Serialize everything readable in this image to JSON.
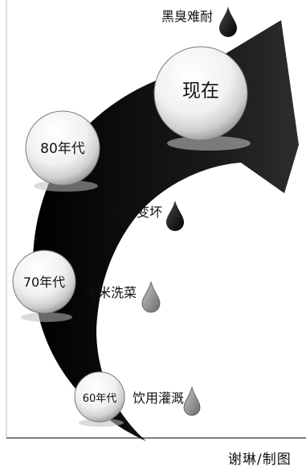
{
  "stages": [
    {
      "era": "现在",
      "desc": "黑臭难耐",
      "drop_color": "#111111"
    },
    {
      "era": "80年代",
      "desc": "水质变坏",
      "drop_color": "#151515"
    },
    {
      "era": "70年代",
      "desc": "淘米洗菜",
      "drop_color": "#8a8a8a"
    },
    {
      "era": "60年代",
      "desc": "饮用灌溉",
      "drop_color": "#8a8a8a"
    }
  ],
  "credit": "谢琳/制图"
}
